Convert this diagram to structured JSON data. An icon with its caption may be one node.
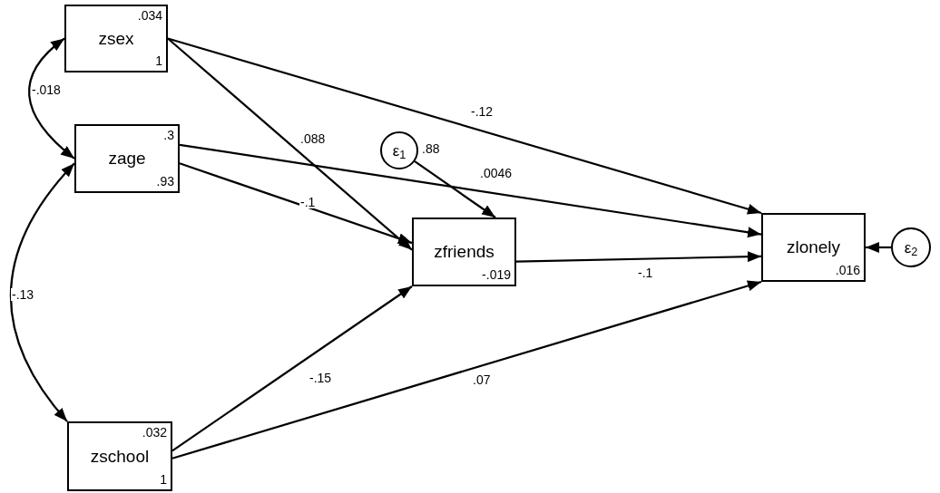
{
  "diagram": {
    "nodes": [
      {
        "text": [
          ".034",
          "zsex",
          "1"
        ]
      },
      {
        "text": [
          ".3",
          "zage",
          ".93"
        ]
      },
      {
        "text": [
          "ε$_{1}$"
        ],
        "beside": [
          ".88"
        ]
      },
      {
        "text": [
          "zfriends",
          "-.019"
        ]
      },
      {
        "text": [
          "zlonely",
          ".016"
        ]
      },
      {
        "text": [
          "ε$_{2}$"
        ]
      },
      {
        "text": [
          ".032",
          "zschool",
          "1"
        ]
      }
    ],
    "edges": [
      {
        "from": 0,
        "to": 1,
        "arrow": "both",
        "label": "-.018"
      },
      {
        "from": 1,
        "to": 6,
        "arrow": "both",
        "label": "-.13"
      },
      {
        "from": 0,
        "to": 3,
        "arrow": "to",
        "label": ".088"
      },
      {
        "from": 1,
        "to": 3,
        "arrow": "to",
        "label": "-.1"
      },
      {
        "from": 6,
        "to": 3,
        "arrow": "to",
        "label": "-.15"
      },
      {
        "from": 0,
        "to": 4,
        "arrow": "to",
        "label": "-.12"
      },
      {
        "from": 1,
        "to": 4,
        "arrow": "to",
        "label": ".0046"
      },
      {
        "from": 3,
        "to": 4,
        "arrow": "to",
        "label": "-.1"
      },
      {
        "from": 6,
        "to": 4,
        "arrow": "to",
        "label": ".07"
      },
      {
        "from": 2,
        "to": 3,
        "arrow": "to"
      },
      {
        "from": 5,
        "to": 4,
        "arrow": "to"
      }
    ]
  }
}
